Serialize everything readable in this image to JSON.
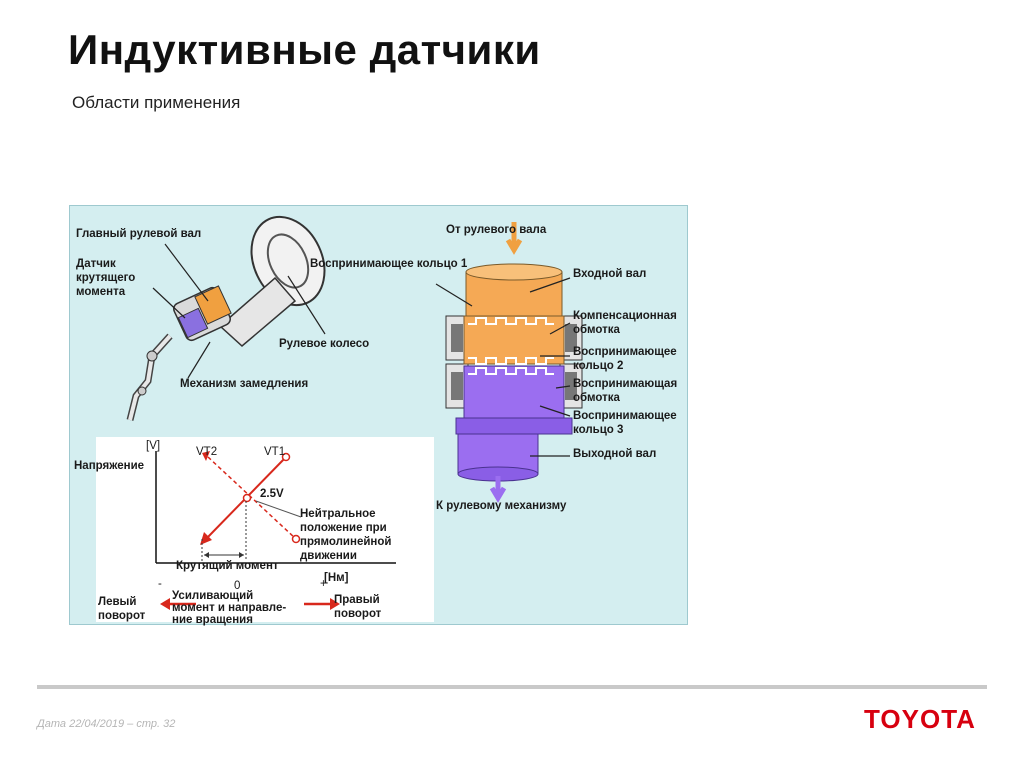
{
  "slide": {
    "title": "Индуктивные датчики",
    "subtitle": "Области применения"
  },
  "diagram_left": {
    "main_shaft": "Главный рулевой вал",
    "torque_sensor": "Датчик\nкрутящего\nмомента",
    "steering_wheel": "Рулевое колесо",
    "reduction_gear": "Механизм замедления"
  },
  "diagram_right": {
    "from_shaft": "От рулевого вала",
    "ring1": "Воспринимающее кольцо 1",
    "input_shaft": "Входной вал",
    "comp_winding": "Компенсационная\nобмотка",
    "ring2": "Воспринимающее\nкольцо 2",
    "sense_winding": "Воспринимающая\nобмотка",
    "ring3": "Воспринимающее\nкольцо 3",
    "output_shaft": "Выходной вал",
    "to_mechanism": "К рулевому механизму"
  },
  "graph": {
    "y_unit": "[V]",
    "y_label": "Напряжение",
    "vt2": "VT2",
    "vt1": "VT1",
    "mid_value": "2.5V",
    "neutral": "Нейтральное\nположение при\nпрямолинейной\nдвижении",
    "torque": "Крутящий момент",
    "x_unit": "[Нм]",
    "minus": "-",
    "zero": "0",
    "plus": "+",
    "left_turn": "Левый\nповорот",
    "assist": "Усиливающий\nмомент и направле-\nние вращения",
    "right_turn": "Правый\nповорот"
  },
  "footer": {
    "date": "Дата 22/04/2019 – стр.  32",
    "logo": "TOYOTA"
  },
  "colors": {
    "panel": "#d4eef0",
    "orange": "#f5a955",
    "purple": "#9b6ef0",
    "arrow_red": "#d8281c",
    "logo_red": "#d7000f"
  }
}
